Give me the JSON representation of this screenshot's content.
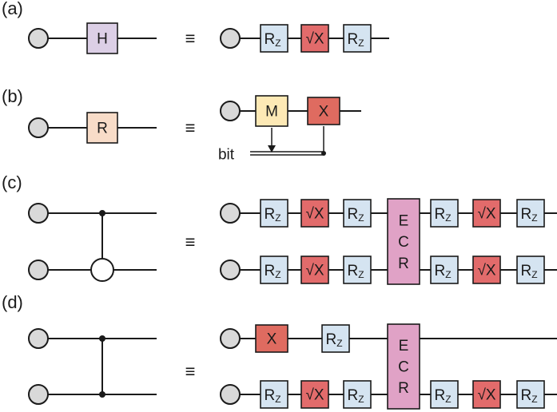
{
  "colors": {
    "h_gate": "#dccfe6",
    "reset_gate": "#f8dcc8",
    "rz_gate": "#d5e4f1",
    "sx_gate": "#e26b6b",
    "x_gate": "#df6b60",
    "measure_gate": "#fde9b5",
    "ecr_gate": "#e0a2c6",
    "qubit_fill": "#d9d9d9"
  },
  "panels": [
    {
      "label": "(a)",
      "equivalence": "≡"
    },
    {
      "label": "(b)",
      "equivalence": "≡"
    },
    {
      "label": "(c)",
      "equivalence": "≡"
    },
    {
      "label": "(d)",
      "equivalence": "≡"
    }
  ],
  "gates": {
    "h": "H",
    "reset": "R",
    "rz_base": "R",
    "rz_sub": "Z",
    "sx": "√X",
    "x": "X",
    "measure": "M",
    "ecr": [
      "E",
      "C",
      "R"
    ]
  },
  "classical_bit_label": "bit"
}
